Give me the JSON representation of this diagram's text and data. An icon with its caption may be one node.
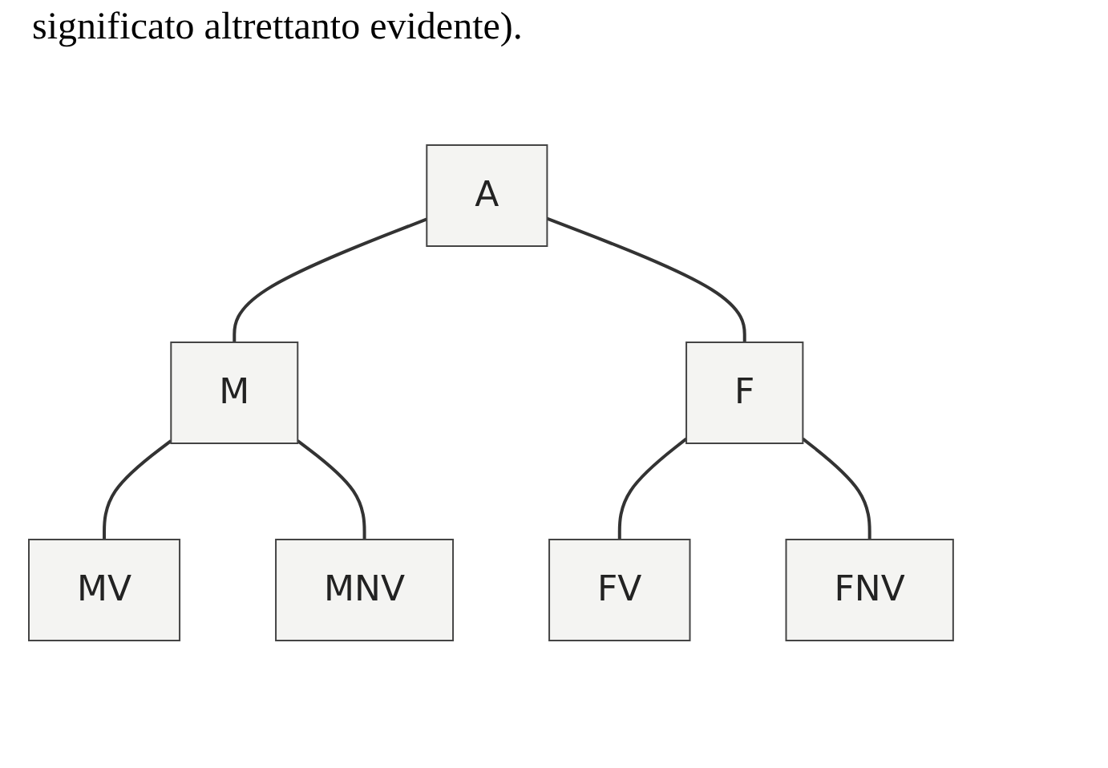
{
  "diagram": {
    "nodes": [
      {
        "text": [
          "A"
        ]
      },
      {
        "text": [
          "M"
        ]
      },
      {
        "text": [
          "F"
        ]
      },
      {
        "text": [
          "MV"
        ]
      },
      {
        "text": [
          "MNV"
        ]
      },
      {
        "text": [
          "FV"
        ]
      },
      {
        "text": [
          "FNV"
        ]
      }
    ],
    "edges": [
      {
        "from": 0,
        "to": 1,
        "arrow": "none"
      },
      {
        "from": 0,
        "to": 2,
        "arrow": "none"
      },
      {
        "from": 1,
        "to": 3,
        "arrow": "none"
      },
      {
        "from": 1,
        "to": 4,
        "arrow": "none"
      },
      {
        "from": 2,
        "to": 5,
        "arrow": "none"
      },
      {
        "from": 2,
        "to": 6,
        "arrow": "none"
      }
    ],
    "labels": [
      "significato altrettanto evidente)."
    ]
  }
}
